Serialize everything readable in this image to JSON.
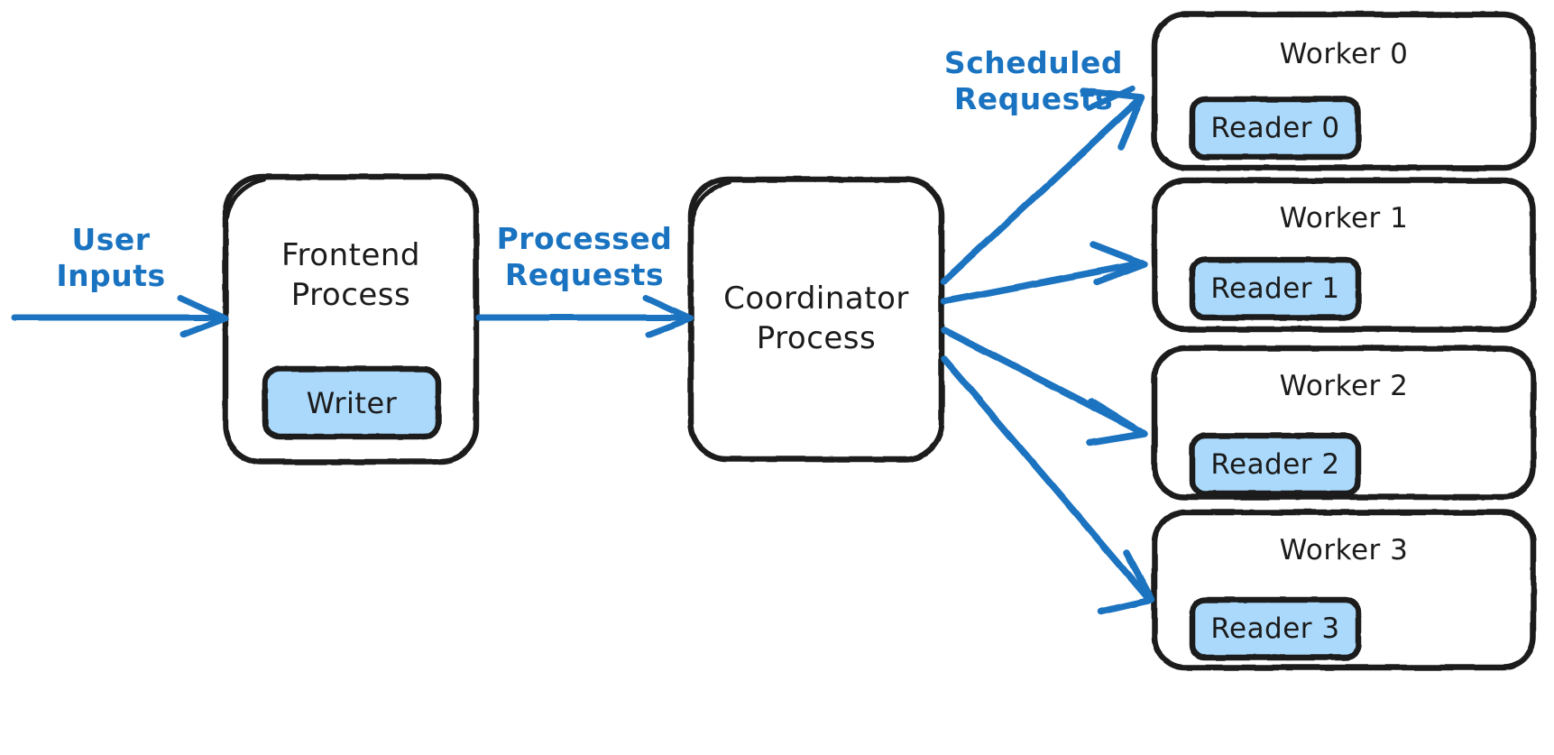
{
  "diagram": {
    "title": "Frontend / Coordinator / Worker request flow",
    "background": "#ffffff",
    "ink_color": "#1b1b1b",
    "accent_color": "#1a73c0",
    "box_fill": "#aad9fb"
  },
  "nodes": {
    "frontend": {
      "label": "Frontend\nProcess",
      "line1": "Frontend",
      "line2": "Process",
      "inner": {
        "label": "Writer"
      }
    },
    "coordinator": {
      "label": "Coordinator\nProcess",
      "line1": "Coordinator",
      "line2": "Process"
    },
    "workers": [
      {
        "title": "Worker 0",
        "reader": "Reader 0"
      },
      {
        "title": "Worker 1",
        "reader": "Reader 1"
      },
      {
        "title": "Worker 2",
        "reader": "Reader 2"
      },
      {
        "title": "Worker 3",
        "reader": "Reader 3"
      }
    ]
  },
  "edges": {
    "user_inputs": {
      "line1": "User",
      "line2": "Inputs"
    },
    "processed_requests": {
      "line1": "Processed",
      "line2": "Requests"
    },
    "scheduled_requests": {
      "line1": "Scheduled",
      "line2": "Requests"
    }
  }
}
